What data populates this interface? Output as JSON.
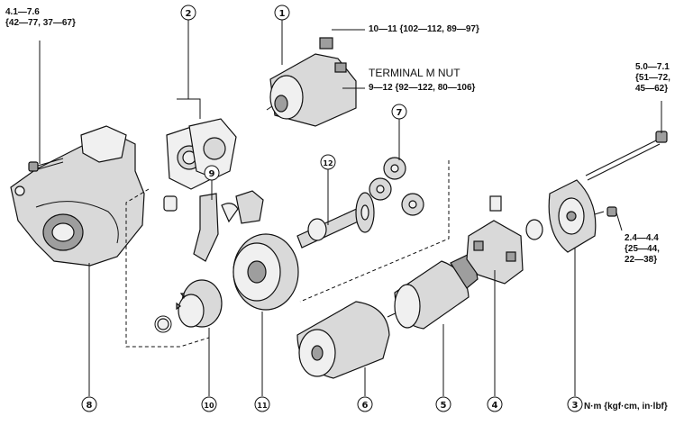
{
  "callouts": [
    {
      "number": "1"
    },
    {
      "number": "2"
    },
    {
      "number": "3"
    },
    {
      "number": "4"
    },
    {
      "number": "5"
    },
    {
      "number": "6"
    },
    {
      "number": "7"
    },
    {
      "number": "8"
    },
    {
      "number": "9"
    },
    {
      "number": "10"
    },
    {
      "number": "11"
    },
    {
      "number": "12"
    }
  ],
  "torque_specs": {
    "housing_bolt": "4.1—7.6\n{42—77, 37—67}",
    "solenoid_terminal": "10—11 {102—112, 89—97}",
    "terminal_m_nut_label": "TERMINAL M NUT",
    "terminal_m_nut": "9—12 {92—122, 80—106}",
    "through_bolt": "5.0—7.1\n{51—72,\n45—62}",
    "brush_holder_screw": "2.4—4.4\n{25—44,\n22—38}"
  },
  "unit_note": "N·m {kgf·cm, in·lbf}"
}
